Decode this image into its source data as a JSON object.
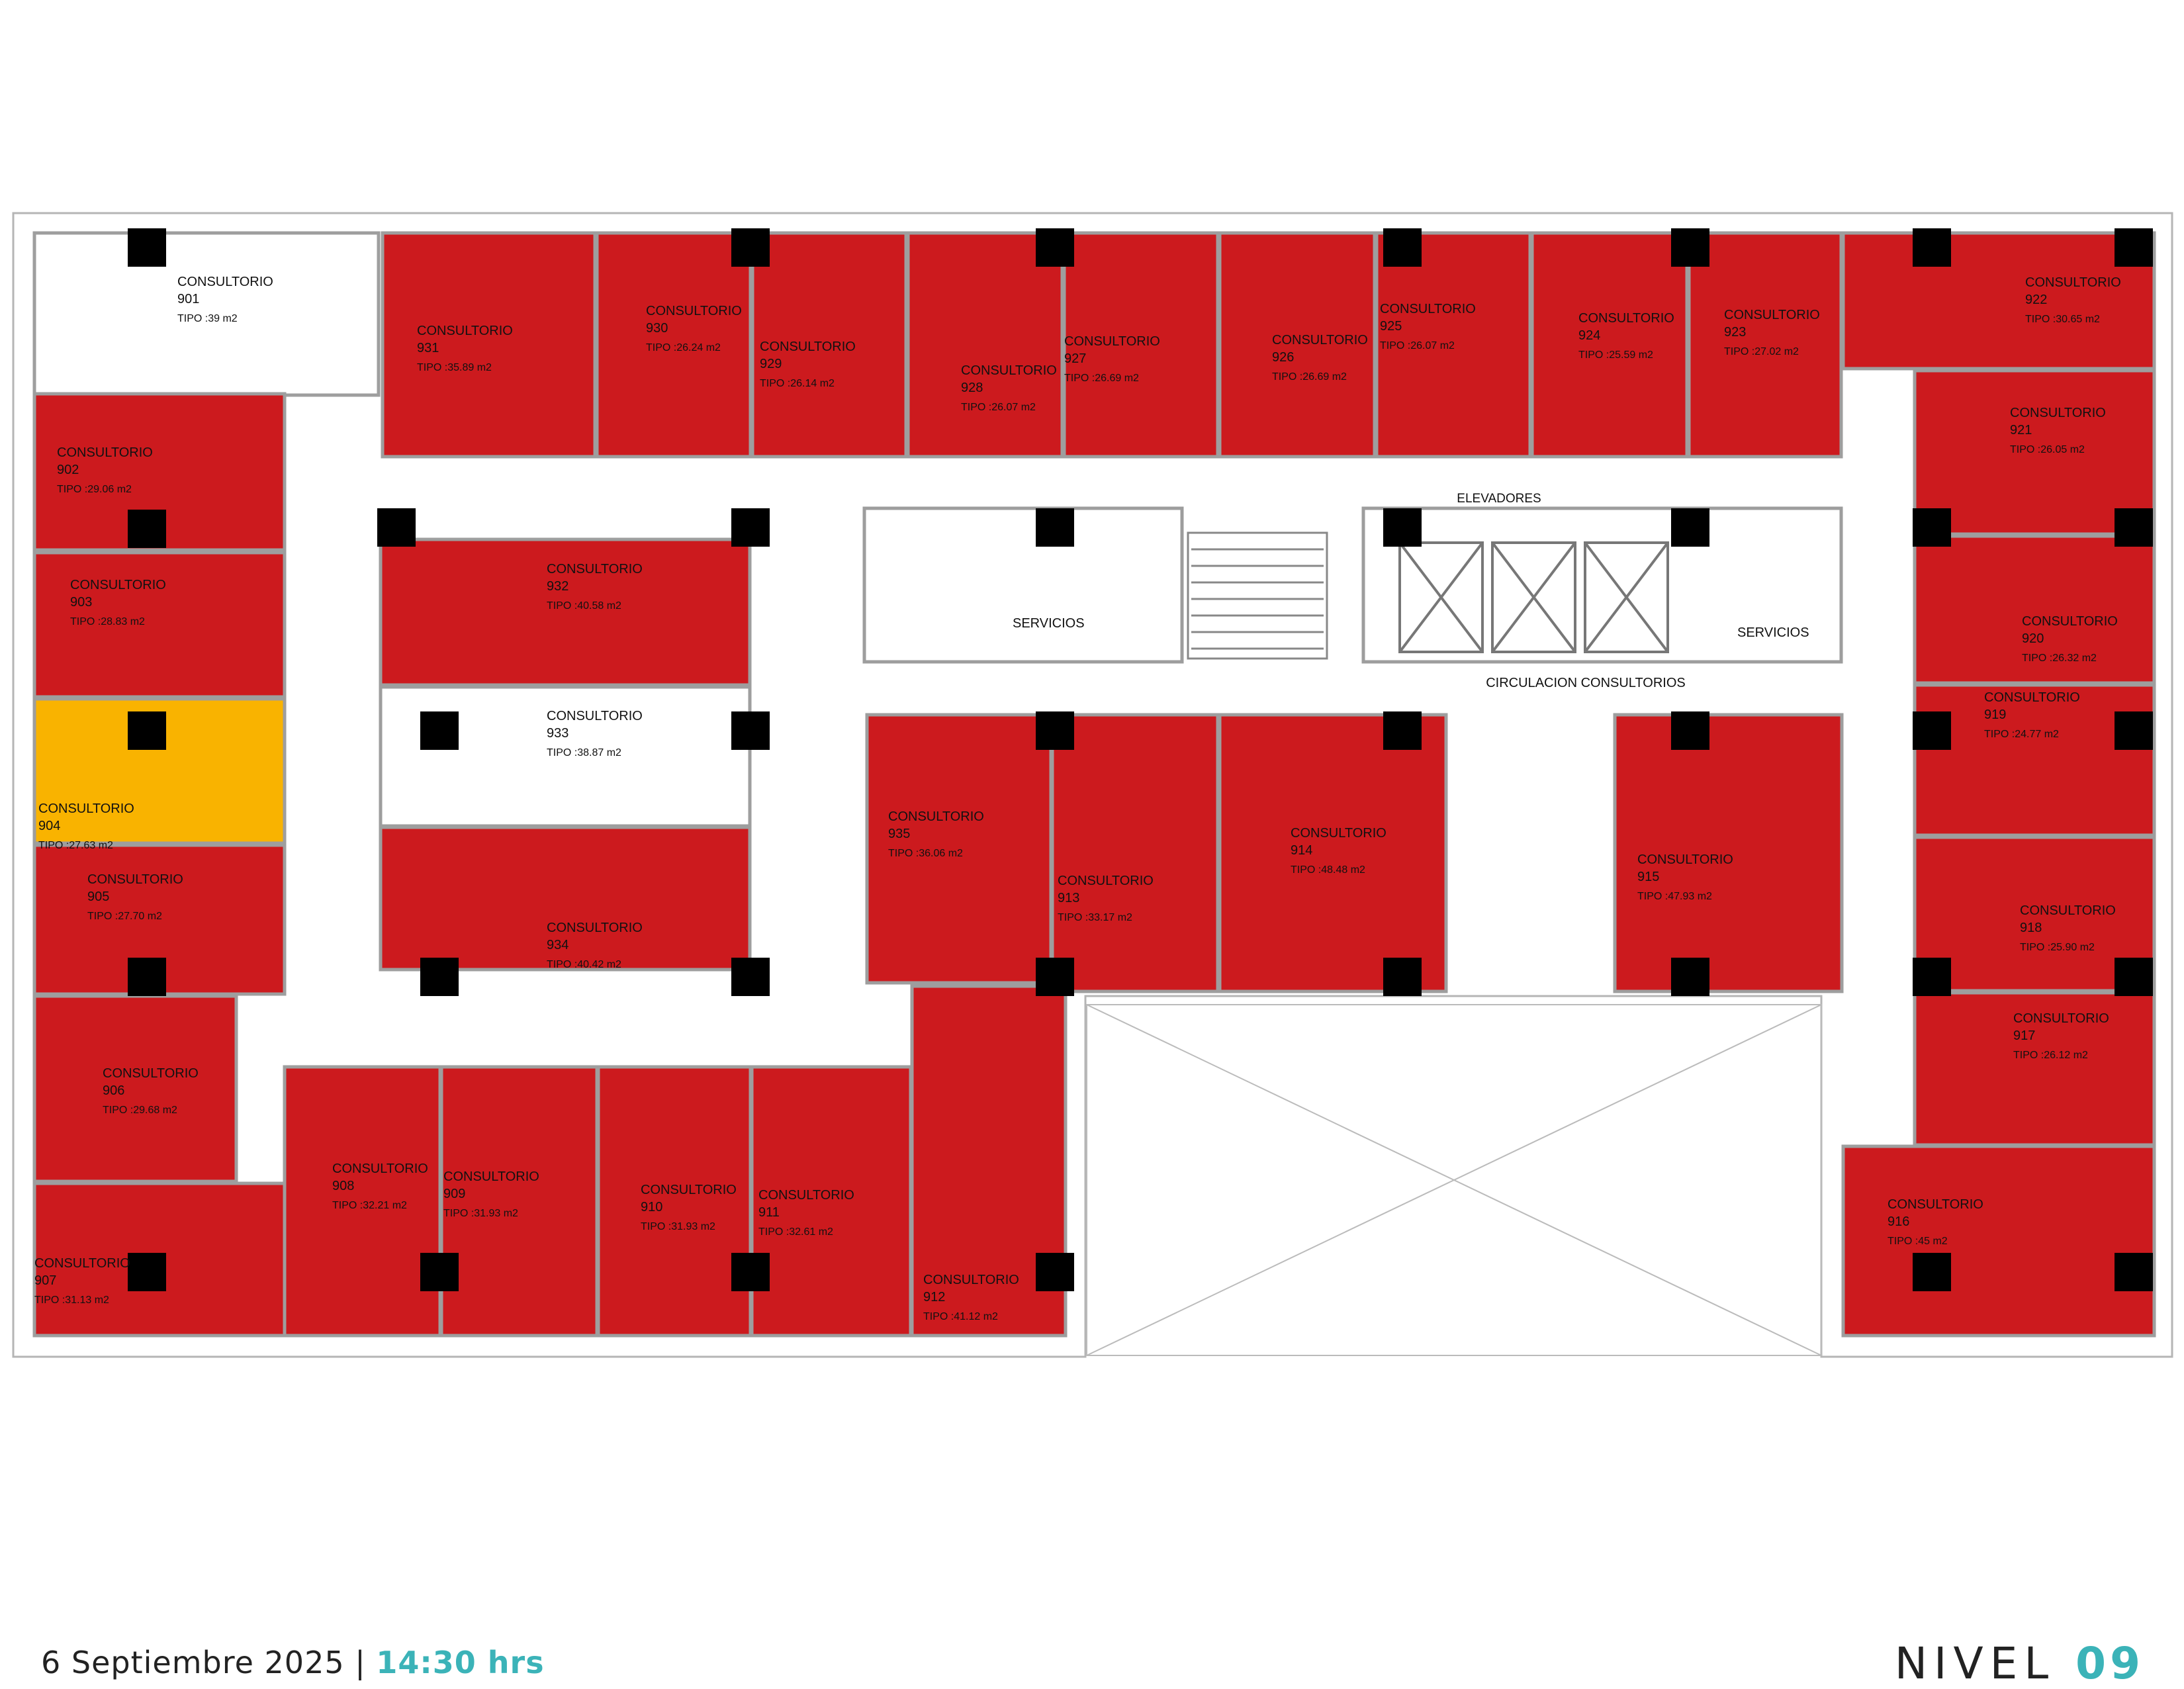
{
  "colors": {
    "sold": "#cc1a1e",
    "reserved": "#f9b300",
    "available": "#ffffff",
    "accent": "#3bb3b8",
    "wall": "#a8a8a8",
    "column": "#000000"
  },
  "footer": {
    "date": "6 Septiembre 2025",
    "separator": "|",
    "time": "14:30 hrs",
    "level_label": "NIVEL",
    "level_number": "09"
  },
  "labels": {
    "room_prefix": "CONSULTORIO",
    "elevadores": "ELEVADORES",
    "servicios_1": "SERVICIOS",
    "servicios_2": "SERVICIOS",
    "circulacion": "CIRCULACION CONSULTORIOS"
  },
  "rooms": [
    {
      "id": "901",
      "status": "available",
      "type_text": "TIPO :39 m2"
    },
    {
      "id": "902",
      "status": "sold",
      "type_text": "TIPO :29.06 m2"
    },
    {
      "id": "903",
      "status": "sold",
      "type_text": "TIPO :28.83 m2"
    },
    {
      "id": "904",
      "status": "reserved",
      "type_text": "TIPO :27.63 m2"
    },
    {
      "id": "905",
      "status": "sold",
      "type_text": "TIPO :27.70 m2"
    },
    {
      "id": "906",
      "status": "sold",
      "type_text": "TIPO :29.68 m2"
    },
    {
      "id": "907",
      "status": "sold",
      "type_text": "TIPO :31.13 m2"
    },
    {
      "id": "908",
      "status": "sold",
      "type_text": "TIPO :32.21 m2"
    },
    {
      "id": "909",
      "status": "sold",
      "type_text": "TIPO :31.93 m2"
    },
    {
      "id": "910",
      "status": "sold",
      "type_text": "TIPO :31.93 m2"
    },
    {
      "id": "911",
      "status": "sold",
      "type_text": "TIPO :32.61 m2"
    },
    {
      "id": "912",
      "status": "sold",
      "type_text": "TIPO :41.12 m2"
    },
    {
      "id": "913",
      "status": "sold",
      "type_text": "TIPO :33.17 m2"
    },
    {
      "id": "914",
      "status": "sold",
      "type_text": "TIPO :48.48 m2"
    },
    {
      "id": "915",
      "status": "sold",
      "type_text": "TIPO :47.93 m2"
    },
    {
      "id": "916",
      "status": "sold",
      "type_text": "TIPO :45 m2"
    },
    {
      "id": "917",
      "status": "sold",
      "type_text": "TIPO :26.12 m2"
    },
    {
      "id": "918",
      "status": "sold",
      "type_text": "TIPO :25.90 m2"
    },
    {
      "id": "919",
      "status": "sold",
      "type_text": "TIPO :24.77 m2"
    },
    {
      "id": "920",
      "status": "sold",
      "type_text": "TIPO :26.32 m2"
    },
    {
      "id": "921",
      "status": "sold",
      "type_text": "TIPO :26.05 m2"
    },
    {
      "id": "922",
      "status": "sold",
      "type_text": "TIPO :30.65 m2"
    },
    {
      "id": "923",
      "status": "sold",
      "type_text": "TIPO :27.02 m2"
    },
    {
      "id": "924",
      "status": "sold",
      "type_text": "TIPO :25.59 m2"
    },
    {
      "id": "925",
      "status": "sold",
      "type_text": "TIPO :26.07 m2"
    },
    {
      "id": "926",
      "status": "sold",
      "type_text": "TIPO :26.69 m2"
    },
    {
      "id": "927",
      "status": "sold",
      "type_text": "TIPO :26.69 m2"
    },
    {
      "id": "928",
      "status": "sold",
      "type_text": "TIPO :26.07 m2"
    },
    {
      "id": "929",
      "status": "sold",
      "type_text": "TIPO :26.14 m2"
    },
    {
      "id": "930",
      "status": "sold",
      "type_text": "TIPO :26.24 m2"
    },
    {
      "id": "931",
      "status": "sold",
      "type_text": "TIPO :35.89 m2"
    },
    {
      "id": "932",
      "status": "sold",
      "type_text": "TIPO :40.58 m2"
    },
    {
      "id": "933",
      "status": "available",
      "type_text": "TIPO :38.87 m2"
    },
    {
      "id": "934",
      "status": "sold",
      "type_text": "TIPO :40.42 m2"
    },
    {
      "id": "935",
      "status": "sold",
      "type_text": "TIPO :36.06 m2"
    }
  ]
}
